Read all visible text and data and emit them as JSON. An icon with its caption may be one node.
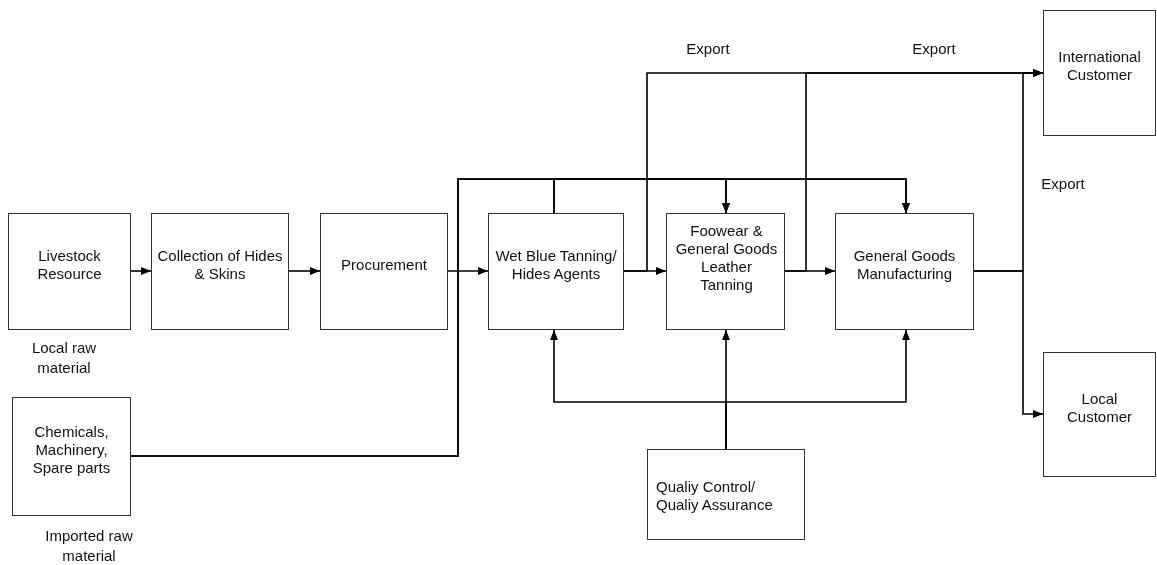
{
  "diagram": {
    "nodes": [
      {
        "text": [
          "Livestock Resource"
        ],
        "beside": [
          "Local raw material"
        ]
      },
      {
        "text": [
          "Collection of Hides & Skins"
        ]
      },
      {
        "text": [
          "Procurement"
        ]
      },
      {
        "text": [
          "Chemicals, Machinery, Spare parts"
        ],
        "beside": [
          "Imported raw material"
        ]
      },
      {
        "text": [
          "Wet Blue Tanning/ Hides Agents"
        ]
      },
      {
        "text": [
          "Foowear & General Goods Leather Tanning"
        ]
      },
      {
        "text": [
          "General Goods Manufacturing"
        ]
      },
      {
        "text": [
          "International Customer"
        ]
      },
      {
        "text": [
          "Local Customer"
        ]
      },
      {
        "text": [
          "Qualiy Control/ Qualiy Assurance"
        ]
      }
    ],
    "edges": [
      {
        "from": 0,
        "to": 1,
        "arrow": "to"
      },
      {
        "from": 1,
        "to": 2,
        "arrow": "to"
      },
      {
        "from": 2,
        "to": 4,
        "arrow": "to"
      },
      {
        "from": 4,
        "to": 5,
        "arrow": "to"
      },
      {
        "from": 5,
        "to": 6,
        "arrow": "to"
      },
      {
        "from": 3,
        "to": 5,
        "arrow": "to"
      },
      {
        "from": 3,
        "to": 6,
        "arrow": "to"
      },
      {
        "from": 4,
        "to": 5,
        "arrow": "to"
      },
      {
        "from": 4,
        "to": 6,
        "arrow": "to"
      },
      {
        "from": 4,
        "to": 7,
        "arrow": "to",
        "label": "Export"
      },
      {
        "from": 5,
        "to": 7,
        "arrow": "to",
        "label": "Export"
      },
      {
        "from": 6,
        "to": 7,
        "arrow": "to",
        "label": "Export"
      },
      {
        "from": 6,
        "to": 8,
        "arrow": "to"
      },
      {
        "from": 9,
        "to": 4,
        "arrow": "to"
      },
      {
        "from": 9,
        "to": 5,
        "arrow": "to"
      },
      {
        "from": 9,
        "to": 6,
        "arrow": "to"
      }
    ]
  }
}
